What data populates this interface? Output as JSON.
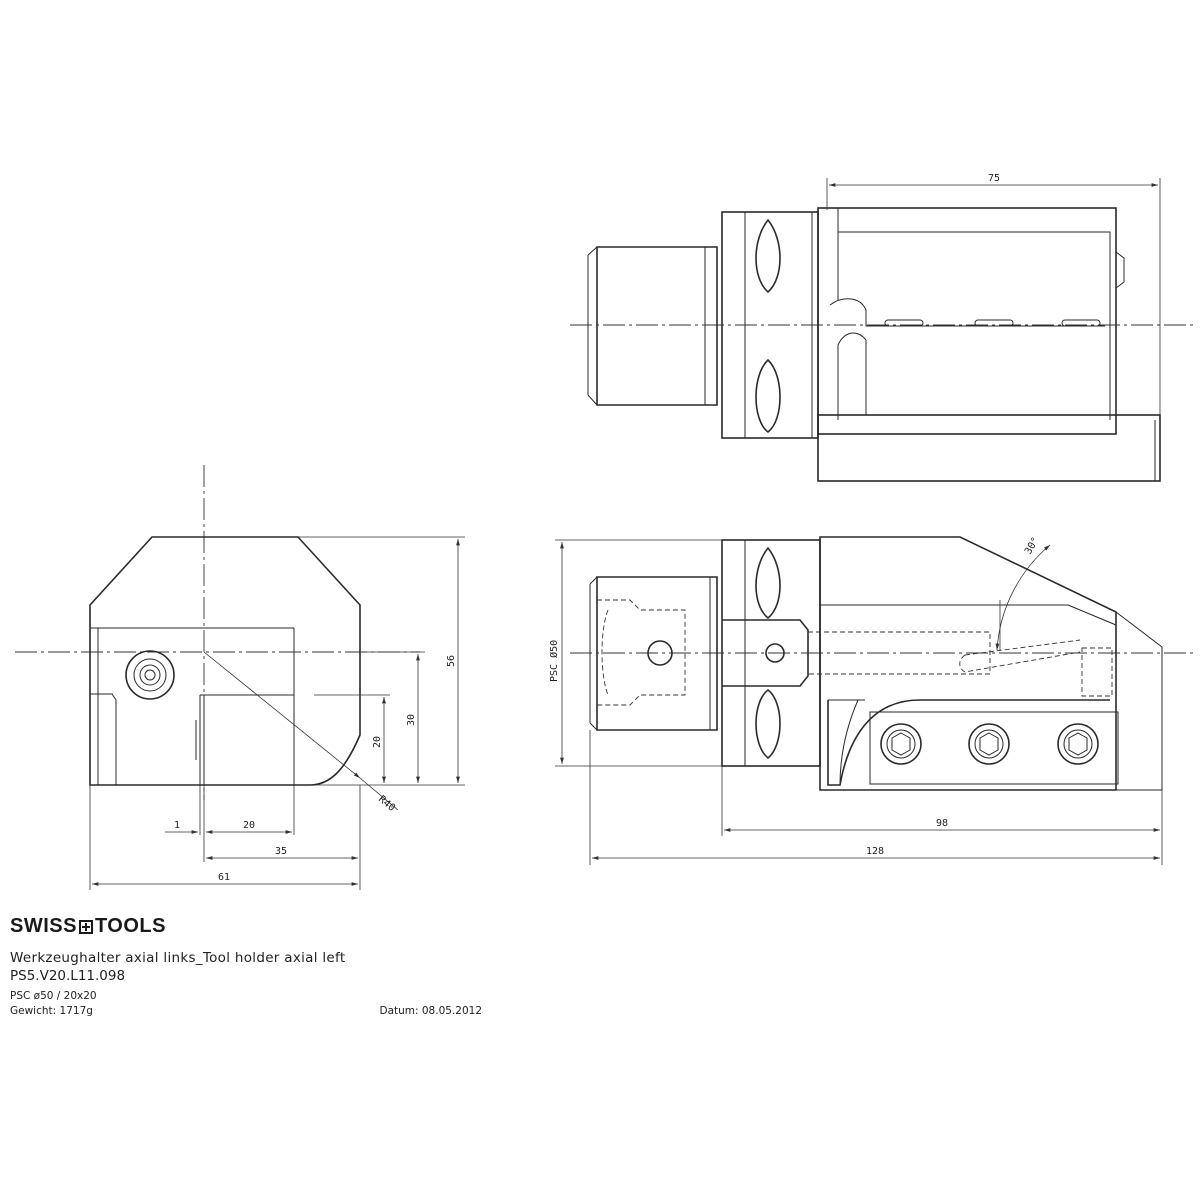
{
  "title_block": {
    "brand_left": "SWISS",
    "brand_right": "TOOLS",
    "description": "Werkzeughalter axial links_Tool holder axial left",
    "part_number": "PS5.V20.L11.098",
    "spec": "PSC ø50 / 20x20",
    "weight": "Gewicht: 1717g",
    "date": "Datum: 08.05.2012"
  },
  "dimensions": {
    "top_width": "75",
    "front_psc": "PSC Ø50",
    "front_angle": "30°",
    "front_len_98": "98",
    "front_len_128": "128",
    "side_height_56": "56",
    "side_height_30": "30",
    "side_height_20": "20",
    "side_radius": "R40",
    "side_w_1": "1",
    "side_w_20": "20",
    "side_w_35": "35",
    "side_w_61": "61"
  }
}
